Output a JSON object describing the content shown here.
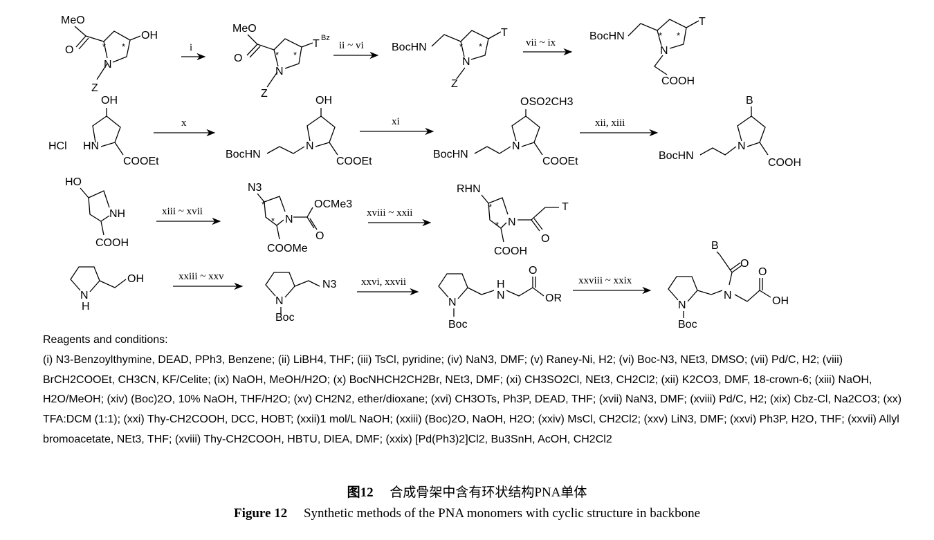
{
  "figure": {
    "caption_cn_label": "图12",
    "caption_cn_text": "合成骨架中含有环状结构PNA单体",
    "caption_en_label": "Figure 12",
    "caption_en_text": "Synthetic methods of the PNA monomers with cyclic structure in backbone"
  },
  "reagents": {
    "title": "Reagents and conditions:",
    "text": "(i) N3-Benzoylthymine, DEAD, PPh3, Benzene; (ii) LiBH4, THF; (iii) TsCl, pyridine; (iv) NaN3, DMF; (v) Raney-Ni, H2; (vi) Boc-N3, NEt3, DMSO; (vii) Pd/C, H2; (viii) BrCH2COOEt, CH3CN, KF/Celite; (ix) NaOH, MeOH/H2O; (x) BocNHCH2CH2Br, NEt3, DMF; (xi) CH3SO2Cl, NEt3, CH2Cl2; (xii) K2CO3, DMF, 18-crown-6; (xiii) NaOH, H2O/MeOH; (xiv) (Boc)2O, 10% NaOH, THF/H2O; (xv) CH2N2, ether/dioxane; (xvi) CH3OTs, Ph3P, DEAD, THF; (xvii) NaN3, DMF; (xviii) Pd/C, H2; (xix) Cbz-Cl, Na2CO3; (xx) TFA:DCM (1:1); (xxi) Thy-CH2COOH, DCC, HOBT; (xxii)1 mol/L NaOH; (xxiii) (Boc)2O, NaOH, H2O; (xxiv) MsCl, CH2Cl2; (xxv) LiN3, DMF; (xxvi) Ph3P, H2O, THF; (xxvii) Allyl bromoacetate, NEt3, THF; (xviii) Thy-CH2COOH, HBTU, DIEA, DMF; (xxix) [Pd(Ph3)2]Cl2, Bu3SnH, AcOH, CH2Cl2"
  },
  "scheme": {
    "arrows": {
      "a1": "i",
      "a2": "ii ~ vi",
      "a3": "vii ~ ix",
      "a4": "x",
      "a5": "xi",
      "a6": "xii, xiii",
      "a7": "xiii ~ xvii",
      "a8": "xviii ~ xxii",
      "a9": "xxiii ~ xxv",
      "a10": "xxvi, xxvii",
      "a11": "xxviii ~ xxix"
    },
    "labels": {
      "meo": "MeO",
      "o": "O",
      "oh": "OH",
      "n": "N",
      "nh": "NH",
      "hn": "HN",
      "z": "Z",
      "t": "T",
      "tbz": "T",
      "bz": "Bz",
      "star": "*",
      "bochn": "BocHN",
      "cooh": "COOH",
      "cooet": "COOEt",
      "hcl": "HCl",
      "ho": "HO",
      "b": "B",
      "rhn": "RHN",
      "n3": "N3",
      "ocme3": "OCMe3",
      "coome": "COOMe",
      "boc": "Boc",
      "h": "H",
      "or": "OR",
      "oso2ch3": "OSO2CH3"
    }
  }
}
